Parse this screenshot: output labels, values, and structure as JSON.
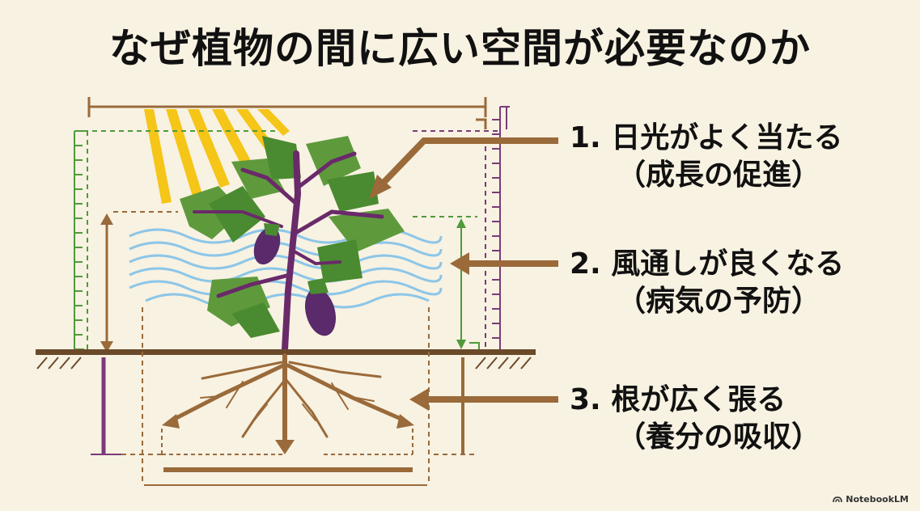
{
  "title": "なぜ植物の間に広い空間が必要なのか",
  "points": [
    {
      "number": "1.",
      "heading": "日光がよく当たる",
      "note": "（成長の促進）"
    },
    {
      "number": "2.",
      "heading": "風通しが良くなる",
      "note": "（病気の予防）"
    },
    {
      "number": "3.",
      "heading": "根が広く張る",
      "note": "（養分の吸収）"
    }
  ],
  "watermark": "NotebookLM",
  "colors": {
    "background": "#f8f2e2",
    "arrow": "#9a6a3a",
    "ground": "#6b4a2a",
    "leaf": "#5e9a3c",
    "leaf_dark": "#3f7a2a",
    "stem": "#6a2a6a",
    "eggplant": "#5a2a6a",
    "sun": "#f5c518",
    "wind": "#8cc6e8",
    "measure_green": "#4f9a3a",
    "measure_purple": "#7a3a7a",
    "measure_brown": "#9a6a3a"
  },
  "icons": [
    "sun-rays-icon",
    "wind-lines-icon",
    "eggplant-plant-icon",
    "roots-icon",
    "notebooklm-logo-icon"
  ]
}
